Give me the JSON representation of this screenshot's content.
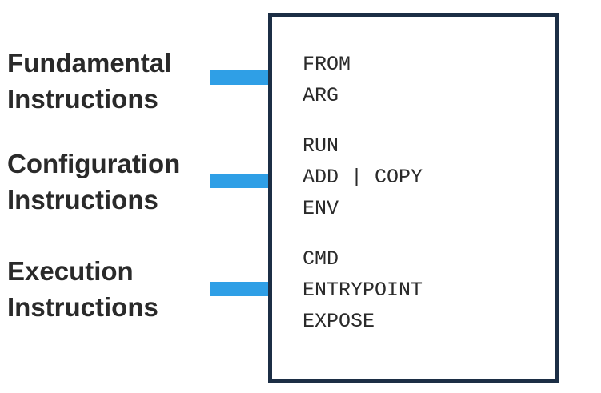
{
  "categories": [
    {
      "line1": "Fundamental",
      "line2": "Instructions"
    },
    {
      "line1": "Configuration",
      "line2": "Instructions"
    },
    {
      "line1": "Execution",
      "line2": "Instructions"
    }
  ],
  "instruction_groups": [
    [
      "FROM",
      "ARG"
    ],
    [
      "RUN",
      "ADD | COPY",
      "ENV"
    ],
    [
      "CMD",
      "ENTRYPOINT",
      "EXPOSE"
    ]
  ],
  "colors": {
    "arrow": "#2f9fe6",
    "box_border": "#1c2e45",
    "text": "#2a2a2a"
  }
}
